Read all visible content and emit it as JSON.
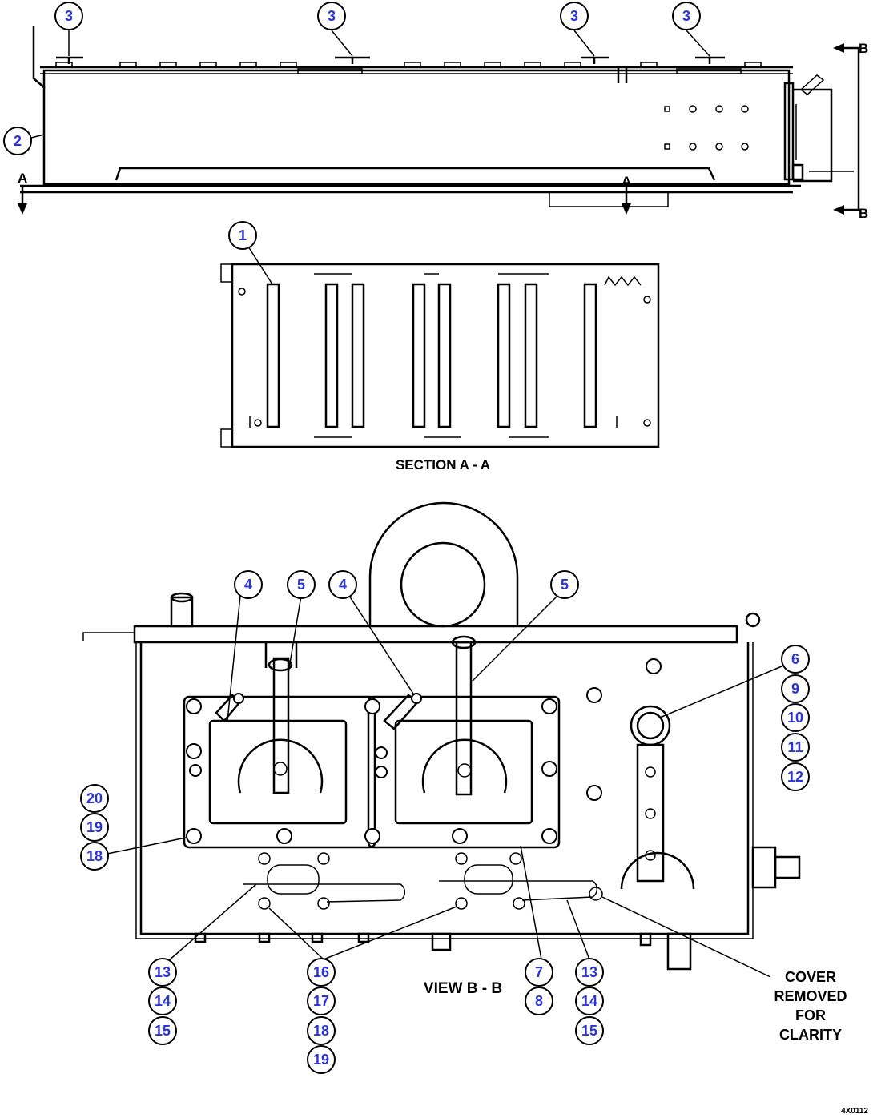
{
  "section_marker_a": "A",
  "section_marker_b": "B",
  "section_title": "SECTION A - A",
  "view_title": "VIEW B - B",
  "cover_note": [
    "COVER",
    "REMOVED",
    "FOR",
    "CLARITY"
  ],
  "figure_id": "4X0112",
  "callouts": {
    "c1": "1",
    "c2": "2",
    "c3": "3",
    "c4": "4",
    "c5": "5",
    "c6": "6",
    "c7": "7",
    "c8": "8",
    "c9": "9",
    "c10": "10",
    "c11": "11",
    "c12": "12",
    "c13": "13",
    "c14": "14",
    "c15": "15",
    "c16": "16",
    "c17": "17",
    "c18": "18",
    "c19": "19",
    "c20": "20"
  },
  "callout_color": "#2a34d8"
}
